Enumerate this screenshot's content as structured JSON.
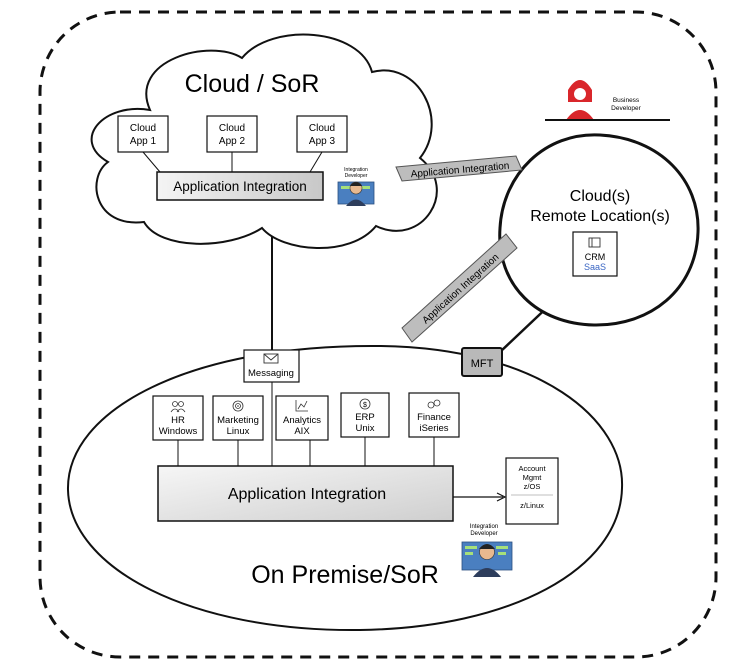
{
  "cloud": {
    "title": "Cloud / SoR",
    "apps": [
      {
        "line1": "Cloud",
        "line2": "App 1"
      },
      {
        "line1": "Cloud",
        "line2": "App 2"
      },
      {
        "line1": "Cloud",
        "line2": "App 3"
      }
    ],
    "integration_label": "Application Integration",
    "developer": {
      "line1": "Integration",
      "line2": "Developer"
    }
  },
  "remote": {
    "title_line1": "Cloud(s)",
    "title_line2": "Remote Location(s)",
    "crm": {
      "line1": "CRM",
      "line2": "SaaS"
    },
    "business_dev": {
      "line1": "Business",
      "line2": "Developer"
    }
  },
  "connectors": {
    "top": "Application Integration",
    "diagonal": "Application Integration",
    "mft": "MFT"
  },
  "onprem": {
    "title": "On Premise/SoR",
    "messaging": "Messaging",
    "systems": [
      {
        "line1": "HR",
        "line2": "Windows",
        "icon": "people-icon"
      },
      {
        "line1": "Marketing",
        "line2": "Linux",
        "icon": "target-icon"
      },
      {
        "line1": "Analytics",
        "line2": "AIX",
        "icon": "chart-icon"
      },
      {
        "line1": "ERP",
        "line2": "Unix",
        "icon": "dollar-icon"
      },
      {
        "line1": "Finance",
        "line2": "iSeries",
        "icon": "coins-icon"
      }
    ],
    "integration_label": "Application Integration",
    "account": {
      "line1": "Account",
      "line2": "Mgmt",
      "line3": "z/OS",
      "line4": "z/Linux"
    },
    "developer": {
      "line1": "Integration",
      "line2": "Developer"
    }
  },
  "colors": {
    "accent_red": "#d9262b",
    "saas_blue": "#3a66c4",
    "dev_skin": "#e8b98f"
  }
}
